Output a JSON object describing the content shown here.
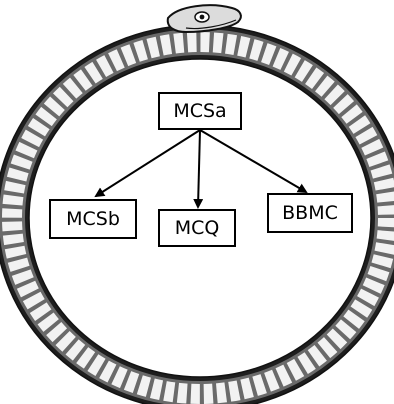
{
  "diagram": {
    "nodes": [
      {
        "id": "root",
        "label": "MCSa"
      },
      {
        "id": "left",
        "label": "MCSb"
      },
      {
        "id": "middle",
        "label": "MCQ"
      },
      {
        "id": "right",
        "label": "BBMC"
      }
    ],
    "edges": [
      {
        "from": "MCSa",
        "to": "MCSb"
      },
      {
        "from": "MCSa",
        "to": "MCQ"
      },
      {
        "from": "MCSa",
        "to": "BBMC"
      }
    ]
  },
  "illustration": {
    "subject": "ouroboros-serpent-ring",
    "ring_color": "#1e1e1e",
    "scale_color": "#f2f2f2",
    "background_color": "#ffffff"
  }
}
